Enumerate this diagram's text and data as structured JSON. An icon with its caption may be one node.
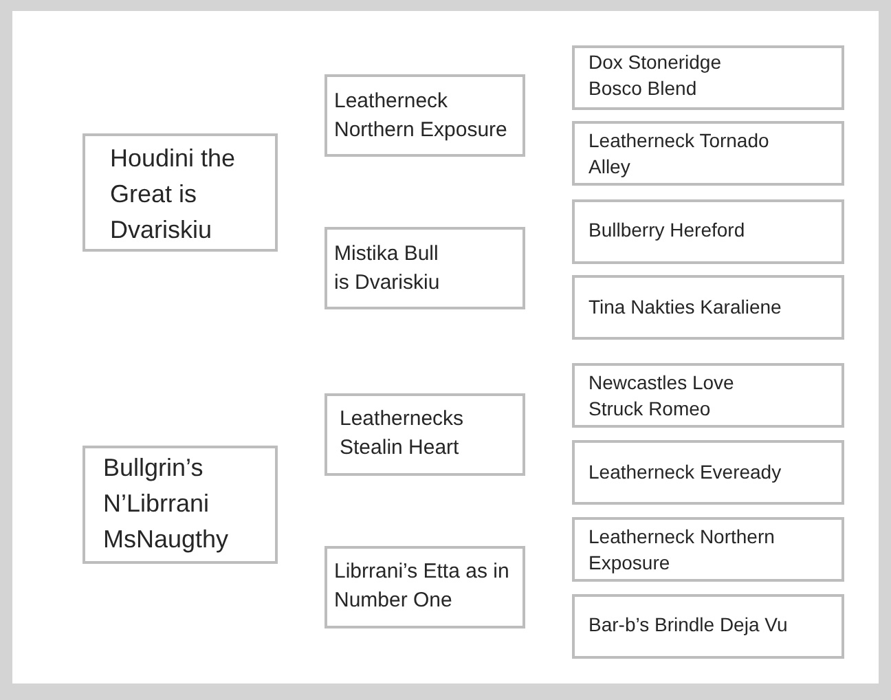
{
  "diagram": {
    "nodes": [
      {
        "text": [
          "Houdini the Great is Dvariskiu"
        ]
      },
      {
        "text": [
          "Bullgrin’s N’Librrani MsNaugthy"
        ]
      },
      {
        "text": [
          "Leatherneck Northern Exposure"
        ]
      },
      {
        "text": [
          "Mistika Bull is Dvariskiu"
        ]
      },
      {
        "text": [
          "Leathernecks Stealin Heart"
        ]
      },
      {
        "text": [
          "Librrani’s Etta as in Number One"
        ]
      },
      {
        "text": [
          "Dox Stoneridge Bosco Blend"
        ]
      },
      {
        "text": [
          "Leatherneck Tornado Alley"
        ]
      },
      {
        "text": [
          "Bullberry Hereford"
        ]
      },
      {
        "text": [
          "Tina Nakties Karaliene"
        ]
      },
      {
        "text": [
          "Newcastles Love Struck Romeo"
        ]
      },
      {
        "text": [
          "Leatherneck Eveready"
        ]
      },
      {
        "text": [
          "Leatherneck Northern Exposure"
        ]
      },
      {
        "text": [
          "Bar-b’s Brindle Deja Vu"
        ]
      }
    ],
    "edges": []
  }
}
